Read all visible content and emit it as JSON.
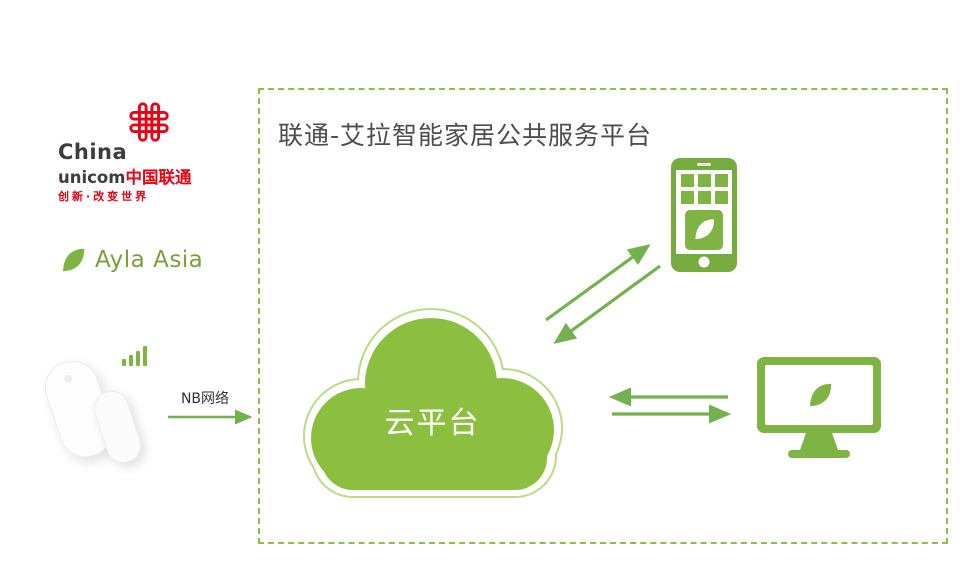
{
  "colors": {
    "green": "#7FB344",
    "cloud_green": "#8CBF3F",
    "cloud_outline_green": "#BCD98C",
    "dashed_border_green": "#8CBF45",
    "arrow_green": "#72B14E",
    "unicom_red": "#E60013",
    "title_gray": "#4D4D4D",
    "ayla_olive": "#7E9C3F"
  },
  "left_panel": {
    "unicom_logo": {
      "line1": "China",
      "line2_en": "unicom",
      "line2_cn": "中国联通",
      "slogan": "创新·改变世界"
    },
    "ayla_logo": {
      "name": "Ayla Asia"
    }
  },
  "link": {
    "label": "NB网络"
  },
  "platform_box": {
    "title": "联通-艾拉智能家居公共服务平台",
    "cloud": {
      "label": "云平台"
    }
  },
  "icons": {
    "knot": "chinese-knot-icon",
    "leaf": "leaf-icon",
    "signal": "signal-bars-icon",
    "cloud": "cloud-icon",
    "phone": "smartphone-icon",
    "monitor": "desktop-monitor-icon",
    "arrows": "bidirectional-arrow-icons"
  }
}
